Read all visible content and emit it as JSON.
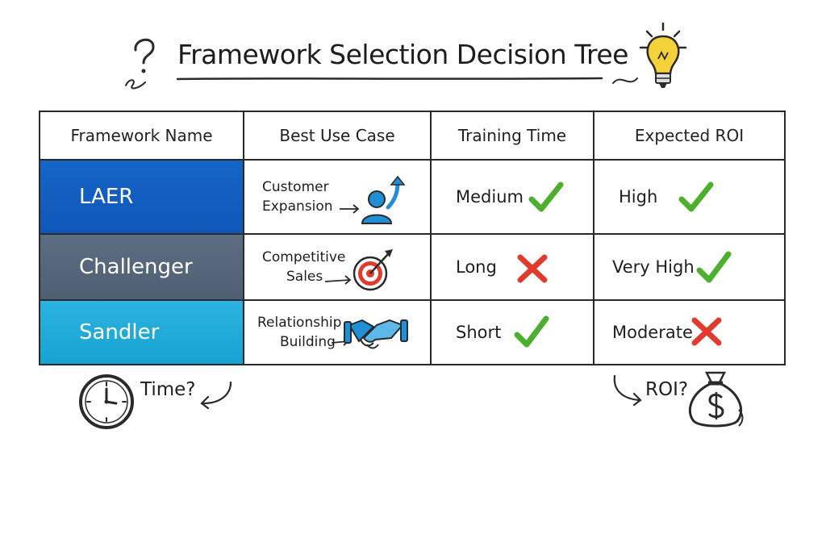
{
  "title": "Framework Selection Decision Tree",
  "table": {
    "headers": [
      "Framework Name",
      "Best Use Case",
      "Training Time",
      "Expected ROI"
    ],
    "rows": [
      {
        "name": "LAER",
        "use_case_line1": "Customer",
        "use_case_line2": "Expansion",
        "use_case_icon": "growth-person-icon",
        "training_time": "Medium",
        "training_mark": "check",
        "roi": "High",
        "roi_mark": "check",
        "color": "#1565c8"
      },
      {
        "name": "Challenger",
        "use_case_line1": "Competitive",
        "use_case_line2": "Sales",
        "use_case_icon": "target-icon",
        "training_time": "Long",
        "training_mark": "cross",
        "roi": "Very High",
        "roi_mark": "check",
        "color": "#5e6e82"
      },
      {
        "name": "Sandler",
        "use_case_line1": "Relationship",
        "use_case_line2": "Building",
        "use_case_icon": "handshake-icon",
        "training_time": "Short",
        "training_mark": "check",
        "roi": "Moderate",
        "roi_mark": "cross",
        "color": "#2cb3df"
      }
    ]
  },
  "annotations": {
    "time": "Time?",
    "roi": "ROI?"
  },
  "icons": [
    "question-mark-icon",
    "lightbulb-icon",
    "clock-icon",
    "money-bag-icon",
    "check-icon",
    "cross-icon"
  ],
  "colors": {
    "check": "#4caf2e",
    "cross": "#e23b2e",
    "bulb": "#f6d23a",
    "icon_blue": "#1f8fd6"
  }
}
